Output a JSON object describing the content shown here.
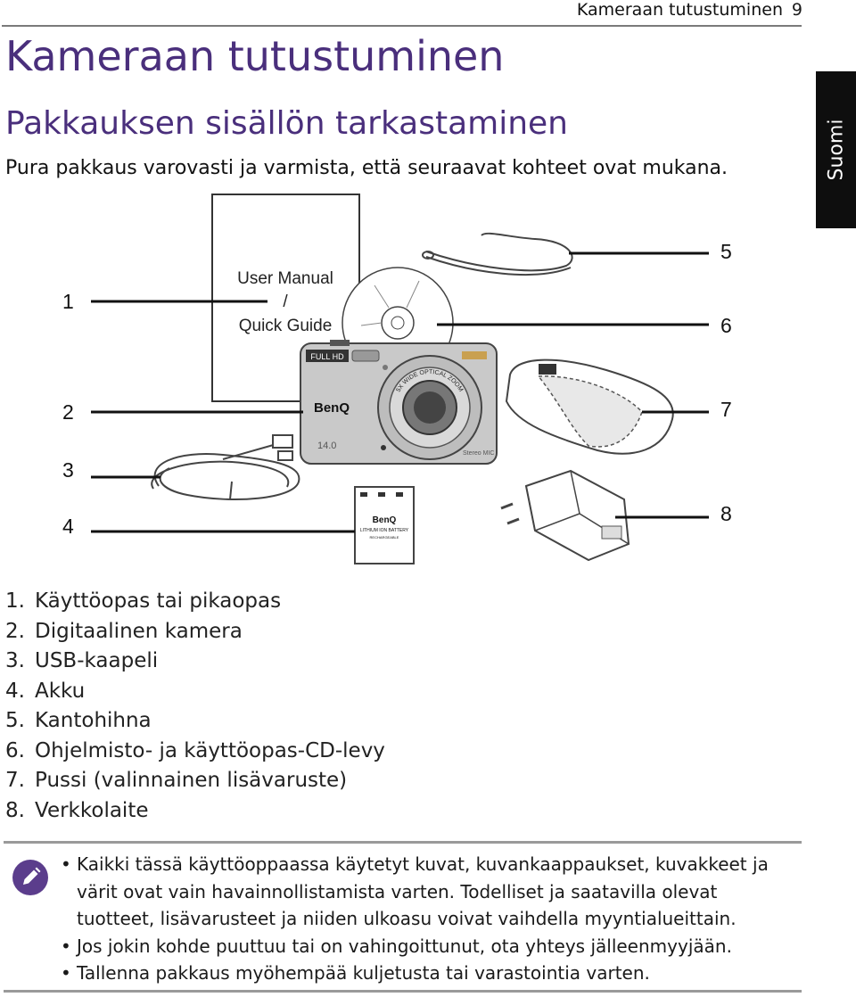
{
  "header": {
    "section_title": "Kameraan tutustuminen",
    "page_number": "9"
  },
  "language_tab": "Suomi",
  "title": "Kameraan tutustuminen",
  "subtitle": "Pakkauksen sisällön tarkastaminen",
  "intro": "Pura pakkaus varovasti ja varmista, että seuraavat kohteet ovat mukana.",
  "figure": {
    "manual_label": [
      "User Manual",
      "/",
      "Quick Guide"
    ],
    "callouts": [
      "1",
      "2",
      "3",
      "4",
      "5",
      "6",
      "7",
      "8"
    ],
    "camera_brand": "BenQ",
    "camera_badge": "FULL HD",
    "camera_mp": "14.0",
    "camera_mic": "Stereo MIC",
    "lens_text": "5X WIDE OPTICAL ZOOM LENS",
    "battery_brand": "BenQ",
    "battery_type": "LITHIUM ION BATTERY",
    "battery_sub": "RECHARGEABLE"
  },
  "items": [
    {
      "num": "1.",
      "label": "Käyttöopas tai pikaopas"
    },
    {
      "num": "2.",
      "label": "Digitaalinen kamera"
    },
    {
      "num": "3.",
      "label": "USB-kaapeli"
    },
    {
      "num": "4.",
      "label": "Akku"
    },
    {
      "num": "5.",
      "label": "Kantohihna"
    },
    {
      "num": "6.",
      "label": "Ohjelmisto- ja käyttöopas-CD-levy"
    },
    {
      "num": "7.",
      "label": "Pussi (valinnainen lisävaruste)"
    },
    {
      "num": "8.",
      "label": "Verkkolaite"
    }
  ],
  "notes": [
    "Kaikki tässä käyttöoppaassa käytetyt kuvat, kuvankaappaukset, kuvakkeet ja värit ovat vain havainnollistamista varten. Todelliset ja saatavilla olevat tuotteet, lisävarusteet ja niiden ulkoasu voivat vaihdella myyntialueittain.",
    "Jos jokin kohde puuttuu tai on vahingoittunut, ota yhteys jälleenmyyjään.",
    "Tallenna pakkaus myöhempää kuljetusta tai varastointia varten."
  ],
  "colors": {
    "heading": "#4a2f7c",
    "tab": "#0e0e0e",
    "note_icon": "#5b3d8c"
  },
  "icons": {
    "note": "pencil-icon"
  }
}
